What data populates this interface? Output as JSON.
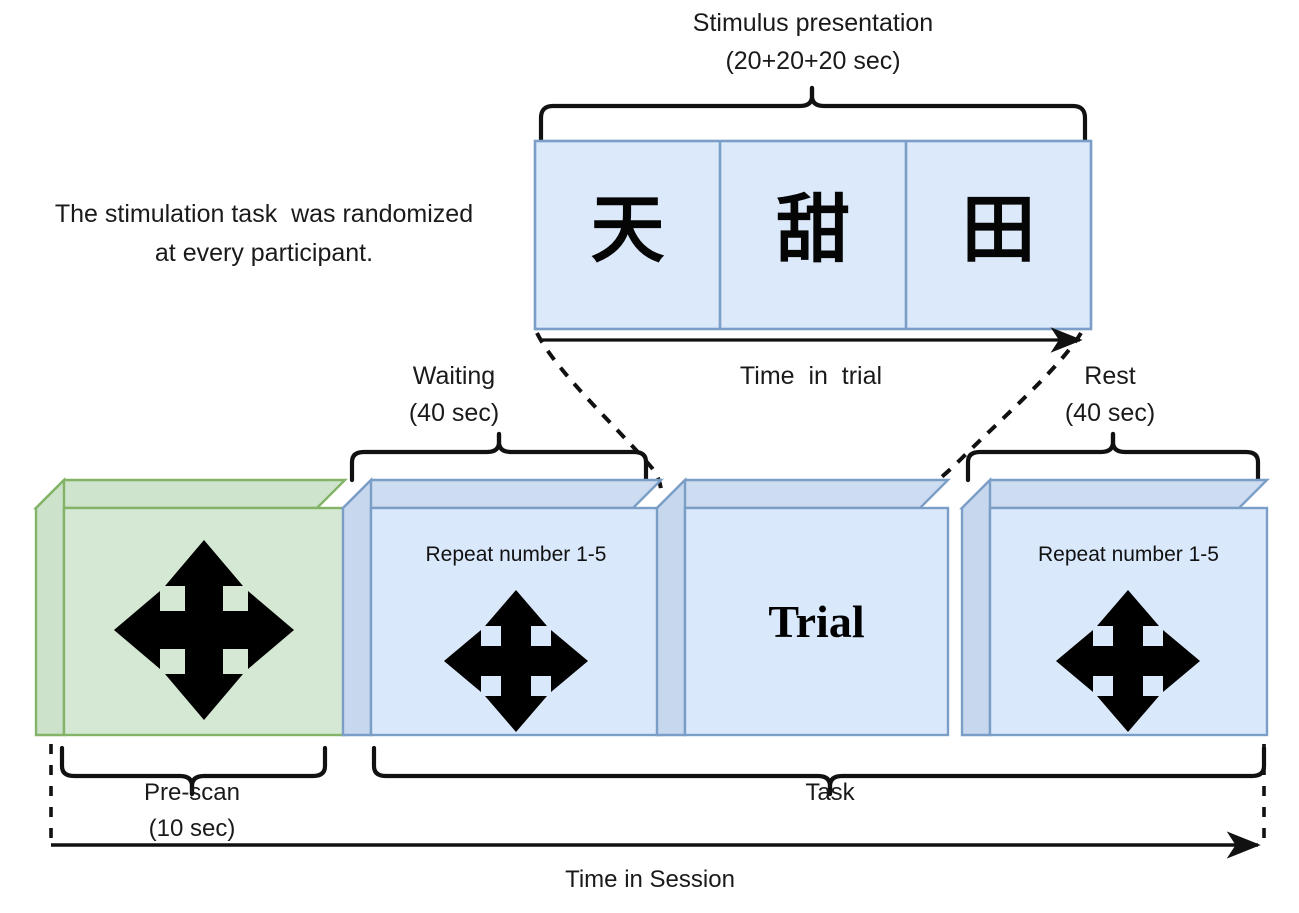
{
  "figure": {
    "type": "experiment-timeline-diagram",
    "note": "The stimulation task  was randomized\nat every participant.",
    "note_line1": "The stimulation task  was randomized",
    "note_line2": "at every participant."
  },
  "stimulus": {
    "title_line1": "Stimulus presentation",
    "title_line2": "(20+20+20 sec)",
    "duration_each_sec": 20,
    "total_sec": 60,
    "items": [
      {
        "char": "天",
        "name": "stimulus-char-tian-sky"
      },
      {
        "char": "甜",
        "name": "stimulus-char-tian-sweet"
      },
      {
        "char": "田",
        "name": "stimulus-char-tian-field"
      }
    ],
    "axis_label": "Time  in  trial"
  },
  "phases": {
    "waiting": {
      "label": "Waiting",
      "duration": "(40 sec)",
      "seconds": 40,
      "repeat": "Repeat number 1-5"
    },
    "trial": {
      "label": "Trial"
    },
    "rest": {
      "label": "Rest",
      "duration": "(40 sec)",
      "seconds": 40,
      "repeat": "Repeat number 1-5"
    },
    "prescan": {
      "label": "Pre-scan",
      "duration": "(10 sec)",
      "seconds": 10
    },
    "task": {
      "label": "Task"
    }
  },
  "session": {
    "axis_label": "Time in Session"
  },
  "colors": {
    "green_fill": "#d5e8d4",
    "green_side": "#cbe0c8",
    "green_stroke": "#82b366",
    "blue_fill": "#dae8fc",
    "blue_side": "#c6d7ee",
    "blue_stroke": "#7b9ec7",
    "stimulus_fill": "#dce9fb",
    "stimulus_stroke": "#7b9ec7",
    "ink": "#111111",
    "line": "#1a1a1a"
  }
}
